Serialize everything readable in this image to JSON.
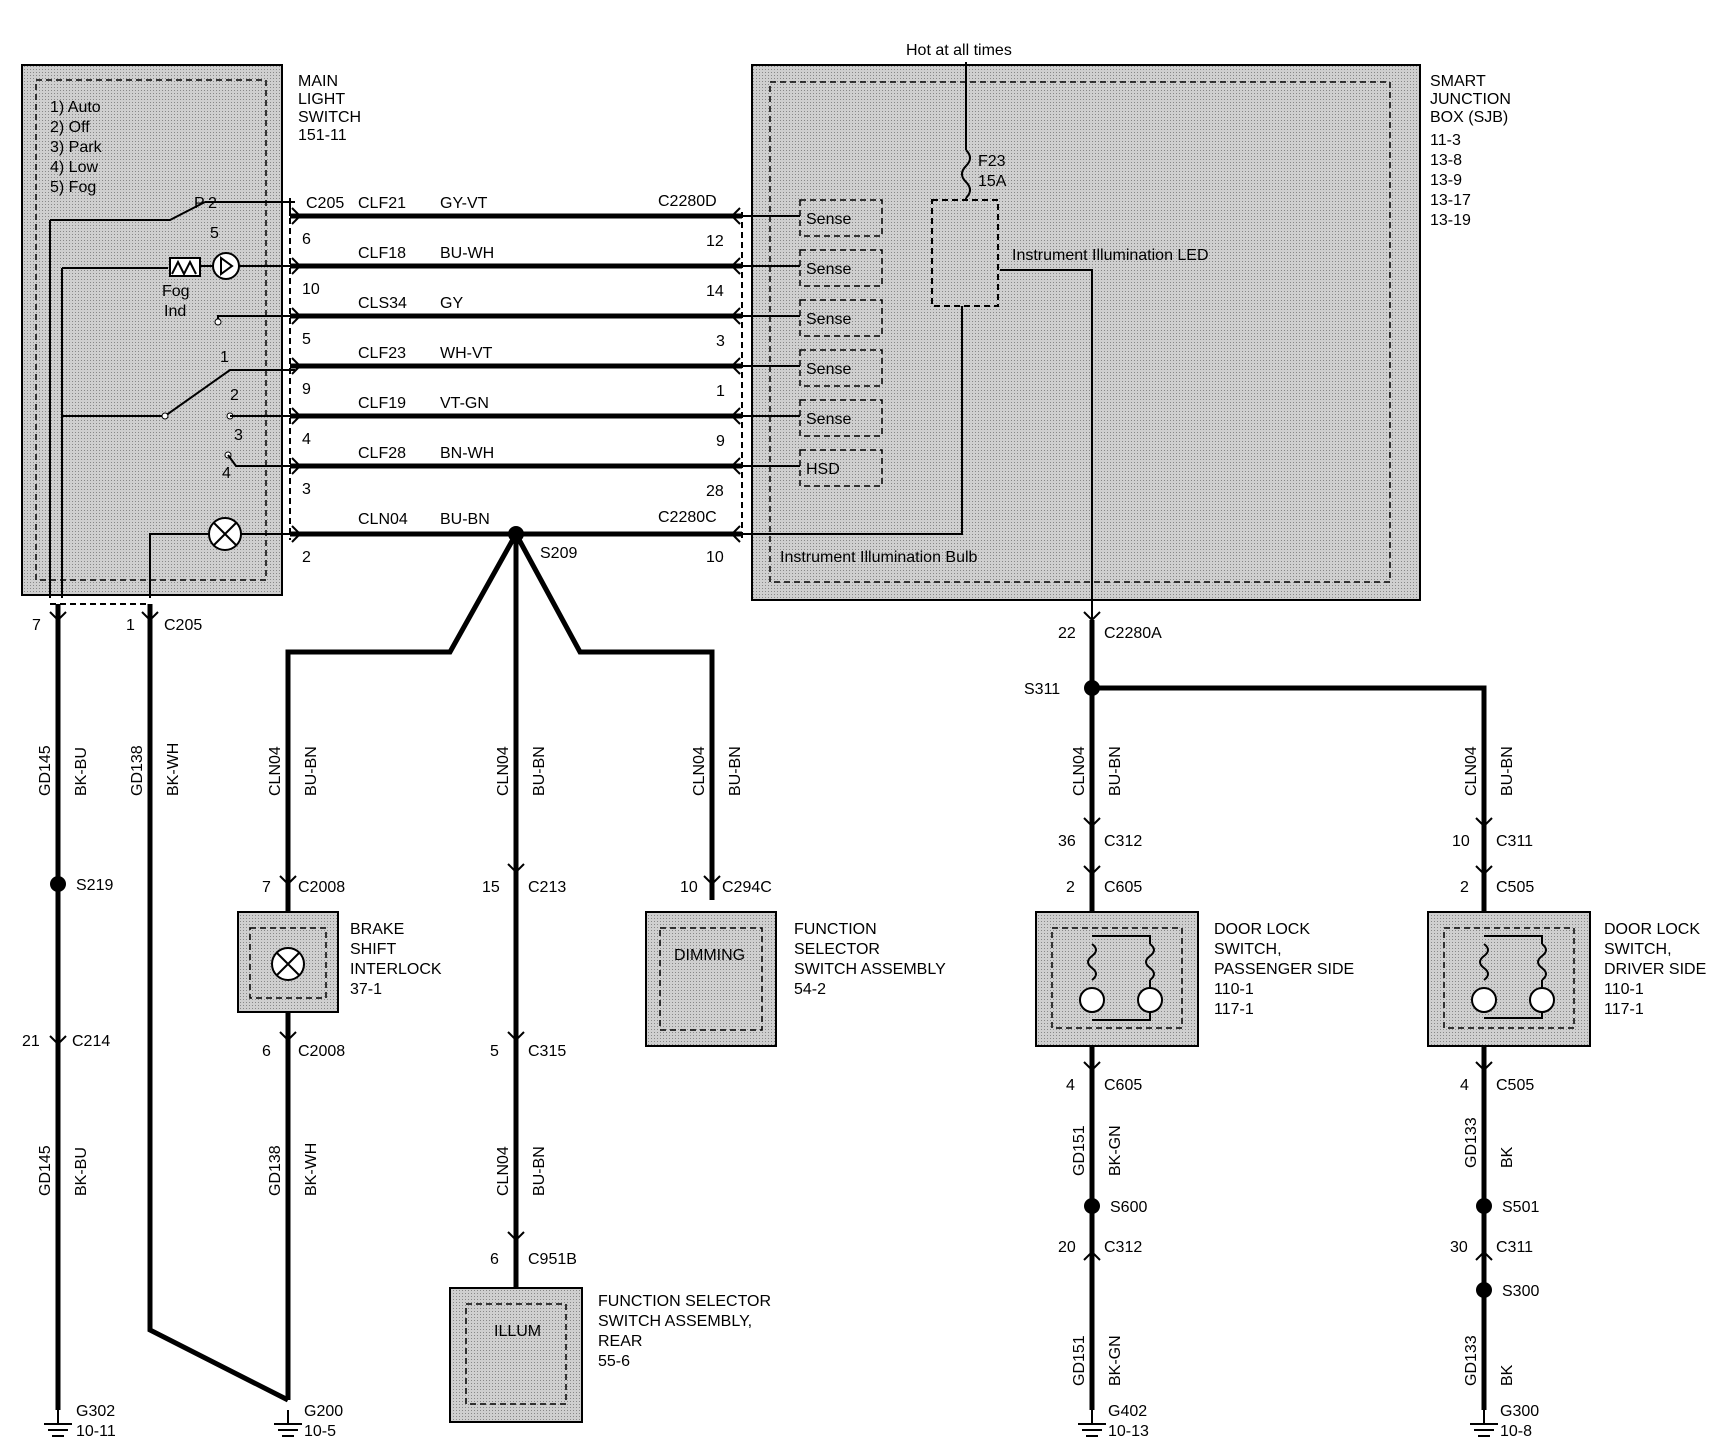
{
  "hot_label": "Hot at all times",
  "main_switch": {
    "title": [
      "MAIN",
      "LIGHT",
      "SWITCH",
      "151-11"
    ],
    "positions": [
      "1) Auto",
      "2) Off",
      "3) Park",
      "4) Low",
      "5) Fog"
    ],
    "fog_ind": [
      "Fog",
      "Ind"
    ],
    "pin_labels": [
      "P",
      "2",
      "5",
      "1",
      "2",
      "3",
      "4"
    ]
  },
  "sjb": {
    "title": [
      "SMART",
      "JUNCTION",
      "BOX (SJB)",
      "11-3",
      "13-8",
      "13-9",
      "13-17",
      "13-19"
    ],
    "fuse": [
      "F23",
      "15A"
    ],
    "led_label": "Instrument Illumination LED",
    "bulb_label": "Instrument Illumination Bulb",
    "sense_labels": [
      "Sense",
      "Sense",
      "Sense",
      "Sense",
      "Sense",
      "HSD"
    ]
  },
  "connectors": {
    "c205_top": "C205",
    "c2280d": "C2280D",
    "c2280c": "C2280C",
    "c205_bottom": "C205",
    "c2280a": "C2280A"
  },
  "wires": [
    {
      "circuit": "CLF21",
      "color": "GY-VT",
      "left_pin": "",
      "right_pin": ""
    },
    {
      "circuit": "CLF18",
      "color": "BU-WH",
      "left_pin": "6",
      "right_pin": "12"
    },
    {
      "circuit": "CLS34",
      "color": "GY",
      "left_pin": "10",
      "right_pin": "14"
    },
    {
      "circuit": "CLF23",
      "color": "WH-VT",
      "left_pin": "5",
      "right_pin": "3"
    },
    {
      "circuit": "CLF19",
      "color": "VT-GN",
      "left_pin": "9",
      "right_pin": "1"
    },
    {
      "circuit": "CLF28",
      "color": "BN-WH",
      "left_pin": "4",
      "right_pin": "9"
    },
    {
      "circuit": "",
      "color": "",
      "left_pin": "3",
      "right_pin": "28"
    },
    {
      "circuit": "CLN04",
      "color": "BU-BN",
      "left_pin": "2",
      "right_pin": "10"
    }
  ],
  "splices": {
    "s209": "S209",
    "s311": "S311",
    "s219": "S219",
    "s600": "S600",
    "s501": "S501",
    "s300": "S300"
  },
  "col1": {
    "pin_top": "7",
    "circuit": "GD145",
    "color": "BK-BU",
    "pin_c214": "21",
    "c214": "C214",
    "circuit2": "GD145",
    "color2": "BK-BU",
    "ground": "G302",
    "ground_ref": "10-11"
  },
  "col2": {
    "pin_top": "1",
    "circuit": "GD138",
    "color": "BK-WH"
  },
  "col3": {
    "circuit": "CLN04",
    "color": "BU-BN",
    "pin_a": "7",
    "conn_a": "C2008",
    "pin_b": "6",
    "conn_b": "C2008",
    "circuit2": "GD138",
    "color2": "BK-WH",
    "ground": "G200",
    "ground_ref": "10-5",
    "comp": [
      "BRAKE",
      "SHIFT",
      "INTERLOCK",
      "37-1"
    ]
  },
  "col4": {
    "circuit": "CLN04",
    "color": "BU-BN",
    "pin_a": "15",
    "conn_a": "C213",
    "pin_b": "5",
    "conn_b": "C315",
    "circuit2": "CLN04",
    "color2": "BU-BN",
    "pin_c": "6",
    "conn_c": "C951B",
    "inner": "ILLUM",
    "comp": [
      "FUNCTION SELECTOR",
      "SWITCH ASSEMBLY,",
      "REAR",
      "55-6"
    ]
  },
  "col5": {
    "circuit": "CLN04",
    "color": "BU-BN",
    "pin_a": "10",
    "conn_a": "C294C",
    "inner": "DIMMING",
    "comp": [
      "FUNCTION",
      "SELECTOR",
      "SWITCH ASSEMBLY",
      "54-2"
    ]
  },
  "col6": {
    "pin_top": "22",
    "circuit": "CLN04",
    "color": "BU-BN",
    "pin_a": "36",
    "conn_a": "C312",
    "pin_b": "2",
    "conn_b": "C605",
    "pin_c": "4",
    "conn_c": "C605",
    "circuit2": "GD151",
    "color2": "BK-GN",
    "pin_d": "20",
    "conn_d": "C312",
    "circuit3": "GD151",
    "color3": "BK-GN",
    "ground": "G402",
    "ground_ref": "10-13",
    "comp": [
      "DOOR LOCK",
      "SWITCH,",
      "PASSENGER SIDE",
      "110-1",
      "117-1"
    ]
  },
  "col7": {
    "circuit": "CLN04",
    "color": "BU-BN",
    "pin_a": "10",
    "conn_a": "C311",
    "pin_b": "2",
    "conn_b": "C505",
    "pin_c": "4",
    "conn_c": "C505",
    "circuit2": "GD133",
    "color2": "BK",
    "pin_d": "30",
    "conn_d": "C311",
    "circuit3": "GD133",
    "color3": "BK",
    "ground": "G300",
    "ground_ref": "10-8",
    "comp": [
      "DOOR LOCK",
      "SWITCH,",
      "DRIVER SIDE",
      "110-1",
      "117-1"
    ]
  }
}
